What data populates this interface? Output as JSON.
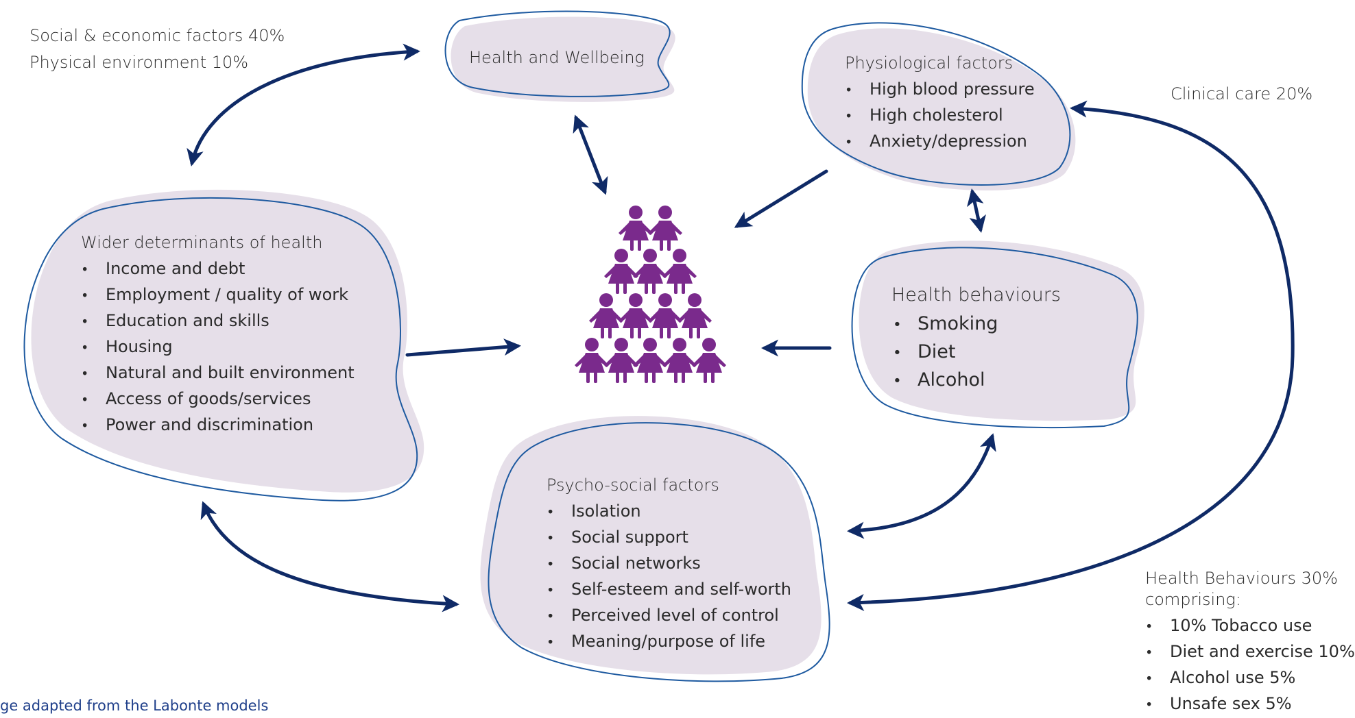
{
  "labels": {
    "social_economic": "Social & economic factors 40%",
    "physical_environment": "Physical environment 10%",
    "clinical_care": "Clinical care 20%"
  },
  "nodes": {
    "health_wellbeing": {
      "title": "Health and Wellbeing"
    },
    "physiological": {
      "title": "Physiological factors",
      "items": [
        "High blood pressure",
        "High cholesterol",
        "Anxiety/depression"
      ]
    },
    "wider_determinants": {
      "title": "Wider determinants of health",
      "items": [
        "Income and debt",
        "Employment / quality of work",
        "Education and skills",
        "Housing",
        "Natural and built environment",
        "Access of goods/services",
        "Power and discrimination"
      ]
    },
    "health_behaviours": {
      "title": "Health behaviours",
      "items": [
        "Smoking",
        "Diet",
        "Alcohol"
      ]
    },
    "psycho_social": {
      "title": "Psycho-social factors",
      "items": [
        "Isolation",
        "Social support",
        "Social networks",
        "Self-esteem and self-worth",
        "Perceived level of control",
        "Meaning/purpose of life"
      ]
    }
  },
  "behaviours_breakdown": {
    "title_line1": "Health Behaviours 30%",
    "title_line2": "comprising:",
    "items": [
      "10% Tobacco use",
      "Diet and exercise 10%",
      "Alcohol use 5%",
      "Unsafe sex 5%"
    ]
  },
  "credit": "ge adapted from the Labonte models",
  "colors": {
    "blob_fill": "#e6dfe9",
    "blob_outline": "#1e5aa0",
    "arrow": "#0f2a66",
    "people": "#7a2a8c"
  },
  "icons": {
    "population": "people-group-icon"
  }
}
